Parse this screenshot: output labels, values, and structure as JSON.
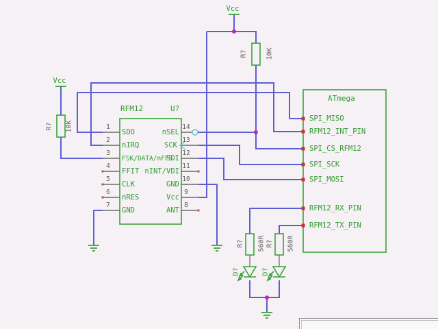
{
  "power": {
    "vcc_top": "Vcc",
    "vcc_left": "Vcc"
  },
  "rfm12": {
    "title": "RFM12",
    "refdes": "U?",
    "pins_left": [
      {
        "num": "1",
        "name": "SDO"
      },
      {
        "num": "2",
        "name": "nIRQ"
      },
      {
        "num": "3",
        "name": "FSK/DATA/nFFS"
      },
      {
        "num": "4",
        "name": "FFIT"
      },
      {
        "num": "5",
        "name": "CLK"
      },
      {
        "num": "6",
        "name": "nRES"
      },
      {
        "num": "7",
        "name": "GND"
      }
    ],
    "pins_right": [
      {
        "num": "14",
        "name": "nSEL"
      },
      {
        "num": "13",
        "name": "SCK"
      },
      {
        "num": "12",
        "name": "SDI"
      },
      {
        "num": "11",
        "name": "nINT/VDI"
      },
      {
        "num": "10",
        "name": "GND"
      },
      {
        "num": "9",
        "name": "Vcc"
      },
      {
        "num": "8",
        "name": "ANT"
      }
    ]
  },
  "atmega": {
    "title": "ATmega",
    "pins": [
      "SPI_MISO",
      "RFM12_INT_PIN",
      "SPI_CS_RFM12",
      "SPI_SCK",
      "SPI_MOSI",
      "RFM12_RX_PIN",
      "RFM12_TX_PIN"
    ]
  },
  "resistors": {
    "pullup_nsel": {
      "refdes": "R?",
      "value": "10K"
    },
    "pullup_fsk": {
      "refdes": "R?",
      "value": "10K"
    },
    "led_rx": {
      "refdes": "R?",
      "value": "560R"
    },
    "led_tx": {
      "refdes": "R?",
      "value": "560R"
    }
  },
  "leds": {
    "rx": {
      "refdes": "D?"
    },
    "tx": {
      "refdes": "D?"
    }
  },
  "colors": {
    "background": "#f5f1f4",
    "wire": "#5d5dd5",
    "component_green": "#3aa23a",
    "text_green": "#2f9b2f",
    "pin_gray": "#6a6a6a",
    "junction_magenta": "#bf20bf",
    "pin_marker_red": "#d03030",
    "title_block_gray": "#8f8f8f"
  }
}
